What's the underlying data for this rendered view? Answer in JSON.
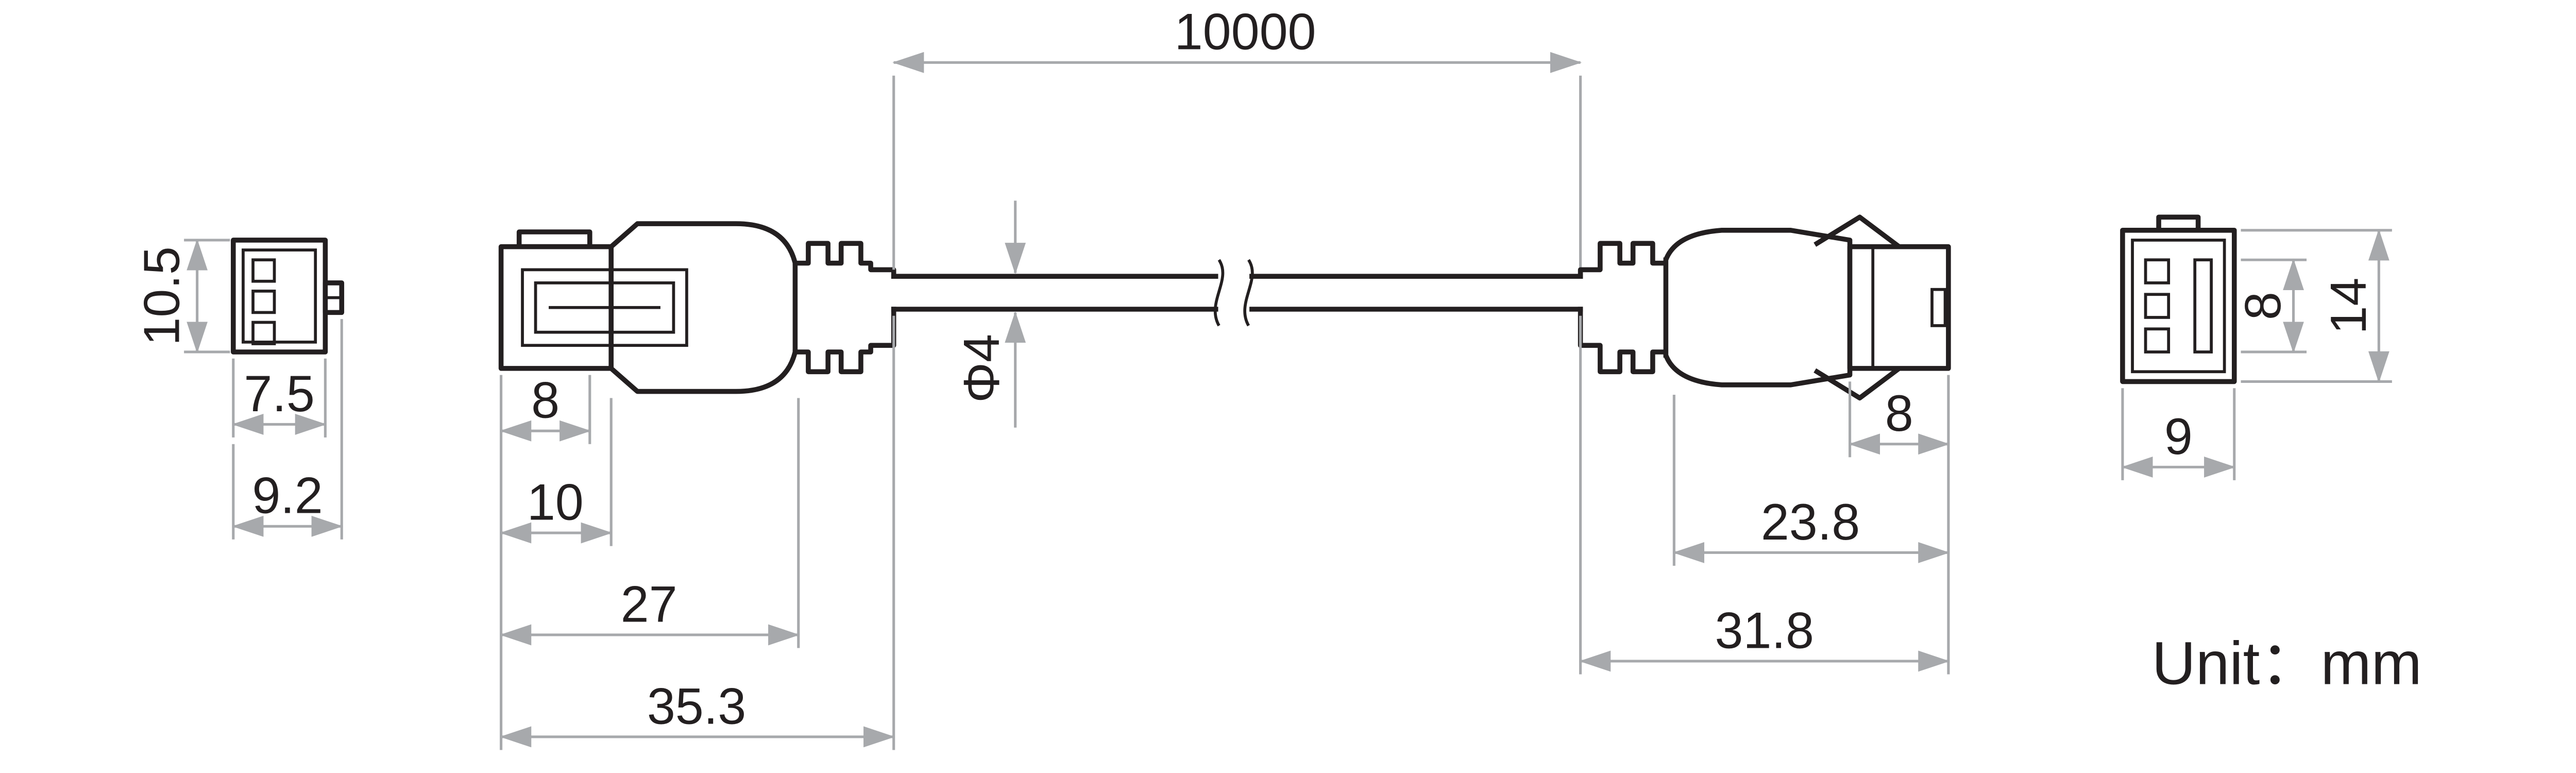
{
  "drawing": {
    "unit_label": "Unit：mm",
    "dims": {
      "cable_length": "10000",
      "cable_diameter": "Φ4",
      "left_front_view": {
        "height": "10.5",
        "body_width": "7.5",
        "total_width": "9.2"
      },
      "left_plug": {
        "latch": "8",
        "housing": "10",
        "body": "27",
        "total": "35.3"
      },
      "right_plug": {
        "head": "8",
        "body": "23.8",
        "total": "31.8"
      },
      "right_front_view": {
        "width": "9",
        "pin_span": "8",
        "height": "14"
      }
    },
    "colors": {
      "line": "#231f20",
      "dimension": "#a7a9ac",
      "background": "#ffffff"
    }
  }
}
